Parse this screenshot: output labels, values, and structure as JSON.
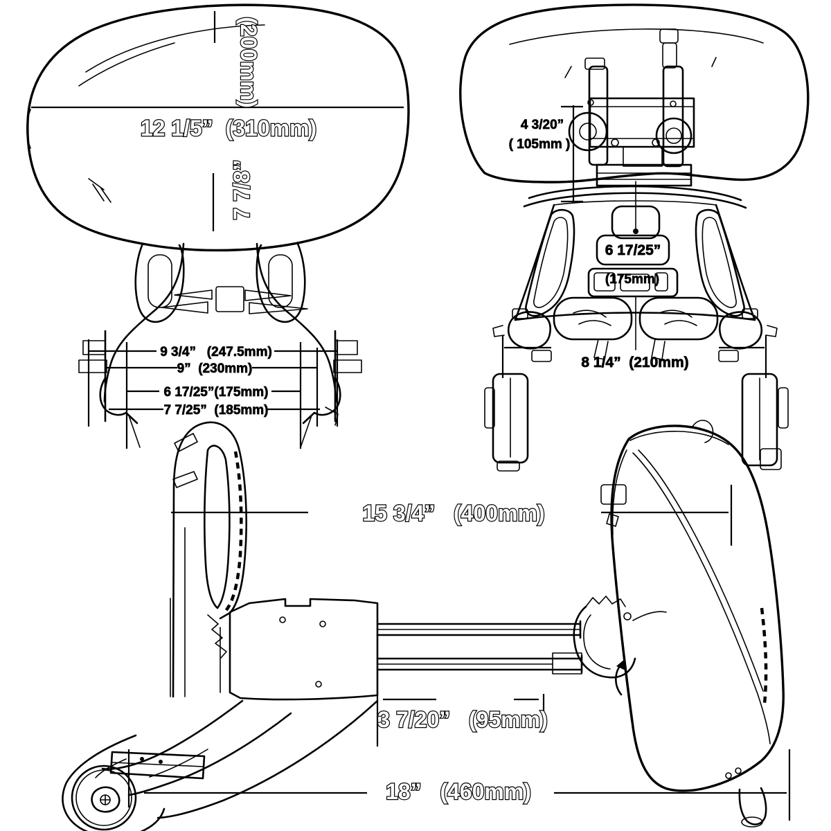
{
  "diagram": {
    "type": "technical-dimension-drawing",
    "subject": "motorcycle backrest (sissy bar) three-view dimension diagram",
    "line_color": "#000000",
    "background_color": "#ffffff",
    "front_view": {
      "width_label": "12 1/5”  (310mm)",
      "height_mm_label": "(200mm)",
      "height_in_label": "7 7/8”",
      "dim_247_label": "9 3/4”   (247.5mm)",
      "dim_230_label": "9”  (230mm)",
      "dim_175_label": "6 17/25”(175mm)",
      "dim_185_label": "7 7/25”  (185mm)"
    },
    "rear_view": {
      "dim_105_in_label": "4 3/20”",
      "dim_105_mm_label": "( 105mm )",
      "dim_175_in_label": "6 17/25”",
      "dim_175_mm_label": "(175mm)",
      "dim_210_label": "8 1/4”  (210mm)"
    },
    "side_view": {
      "dim_400_label": "15 3/4”   (400mm)",
      "dim_95_label": "3 7/20”   (95mm)",
      "dim_460_label": "18”   (460mm)"
    }
  }
}
